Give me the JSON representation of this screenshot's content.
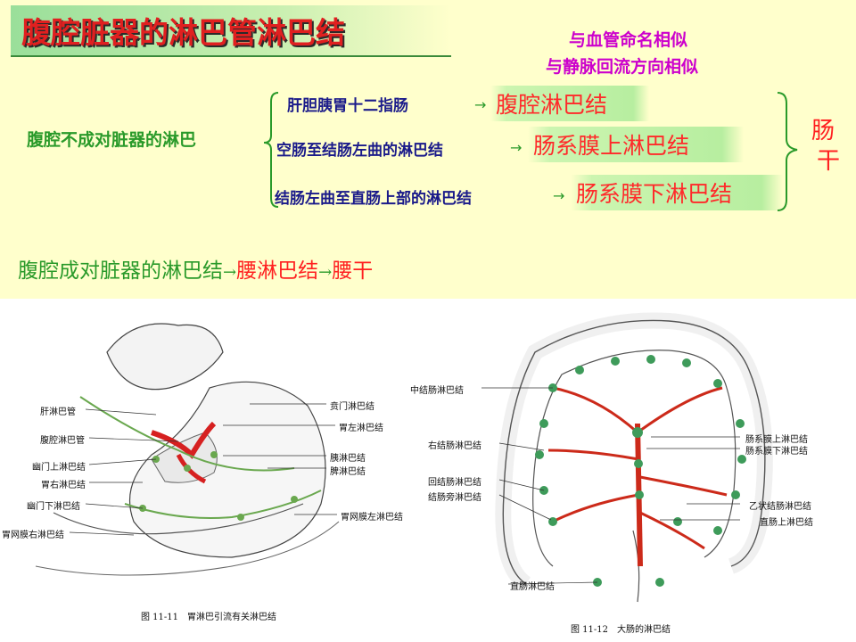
{
  "title": "腹腔脏器的淋巴管淋巴结",
  "notes": [
    "与血管命名相似",
    "与静脉回流方向相似"
  ],
  "left_label": "腹腔不成对脏器的淋巴",
  "branches": [
    {
      "source": "肝胆胰胃十二指肠",
      "arrow": "→",
      "target": "腹腔淋巴结"
    },
    {
      "source": "空肠至结肠左曲的淋巴结",
      "arrow": "→",
      "target": "肠系膜上淋巴结"
    },
    {
      "source": "结肠左曲至直肠上部的淋巴结",
      "arrow": "→",
      "target": "肠系膜下淋巴结"
    }
  ],
  "trunk": [
    "肠",
    "干"
  ],
  "paired": {
    "label": "腹腔成对脏器的淋巴结",
    "arrow1": "→",
    "node": "腰淋巴结",
    "arrow2": "→",
    "trunk": "腰干"
  },
  "figure_left": {
    "caption": "图 11-11　胃淋巴引流有关淋巴结",
    "labels_left": [
      "肝淋巴管",
      "腹腔淋巴管",
      "幽门上淋巴结",
      "胃右淋巴结",
      "幽门下淋巴结",
      "胃网膜右淋巴结"
    ],
    "labels_right": [
      "贲门淋巴结",
      "胃左淋巴结",
      "胰淋巴结",
      "脾淋巴结",
      "胃网膜左淋巴结"
    ]
  },
  "figure_right": {
    "caption": "图 11-12　大肠的淋巴结",
    "labels_left": [
      "中结肠淋巴结",
      "右结肠淋巴结",
      "回结肠淋巴结",
      "结肠旁淋巴结",
      "直肠淋巴结"
    ],
    "labels_right": [
      "肠系膜上淋巴结",
      "肠系膜下淋巴结",
      "乙状结肠淋巴结",
      "直肠上淋巴结"
    ]
  },
  "colors": {
    "title": "#e02020",
    "note": "#cc00cc",
    "source_text": "#1a1a8a",
    "green_text": "#2a9a2a",
    "target_text": "#ff2020",
    "background": "#ffffcc"
  }
}
